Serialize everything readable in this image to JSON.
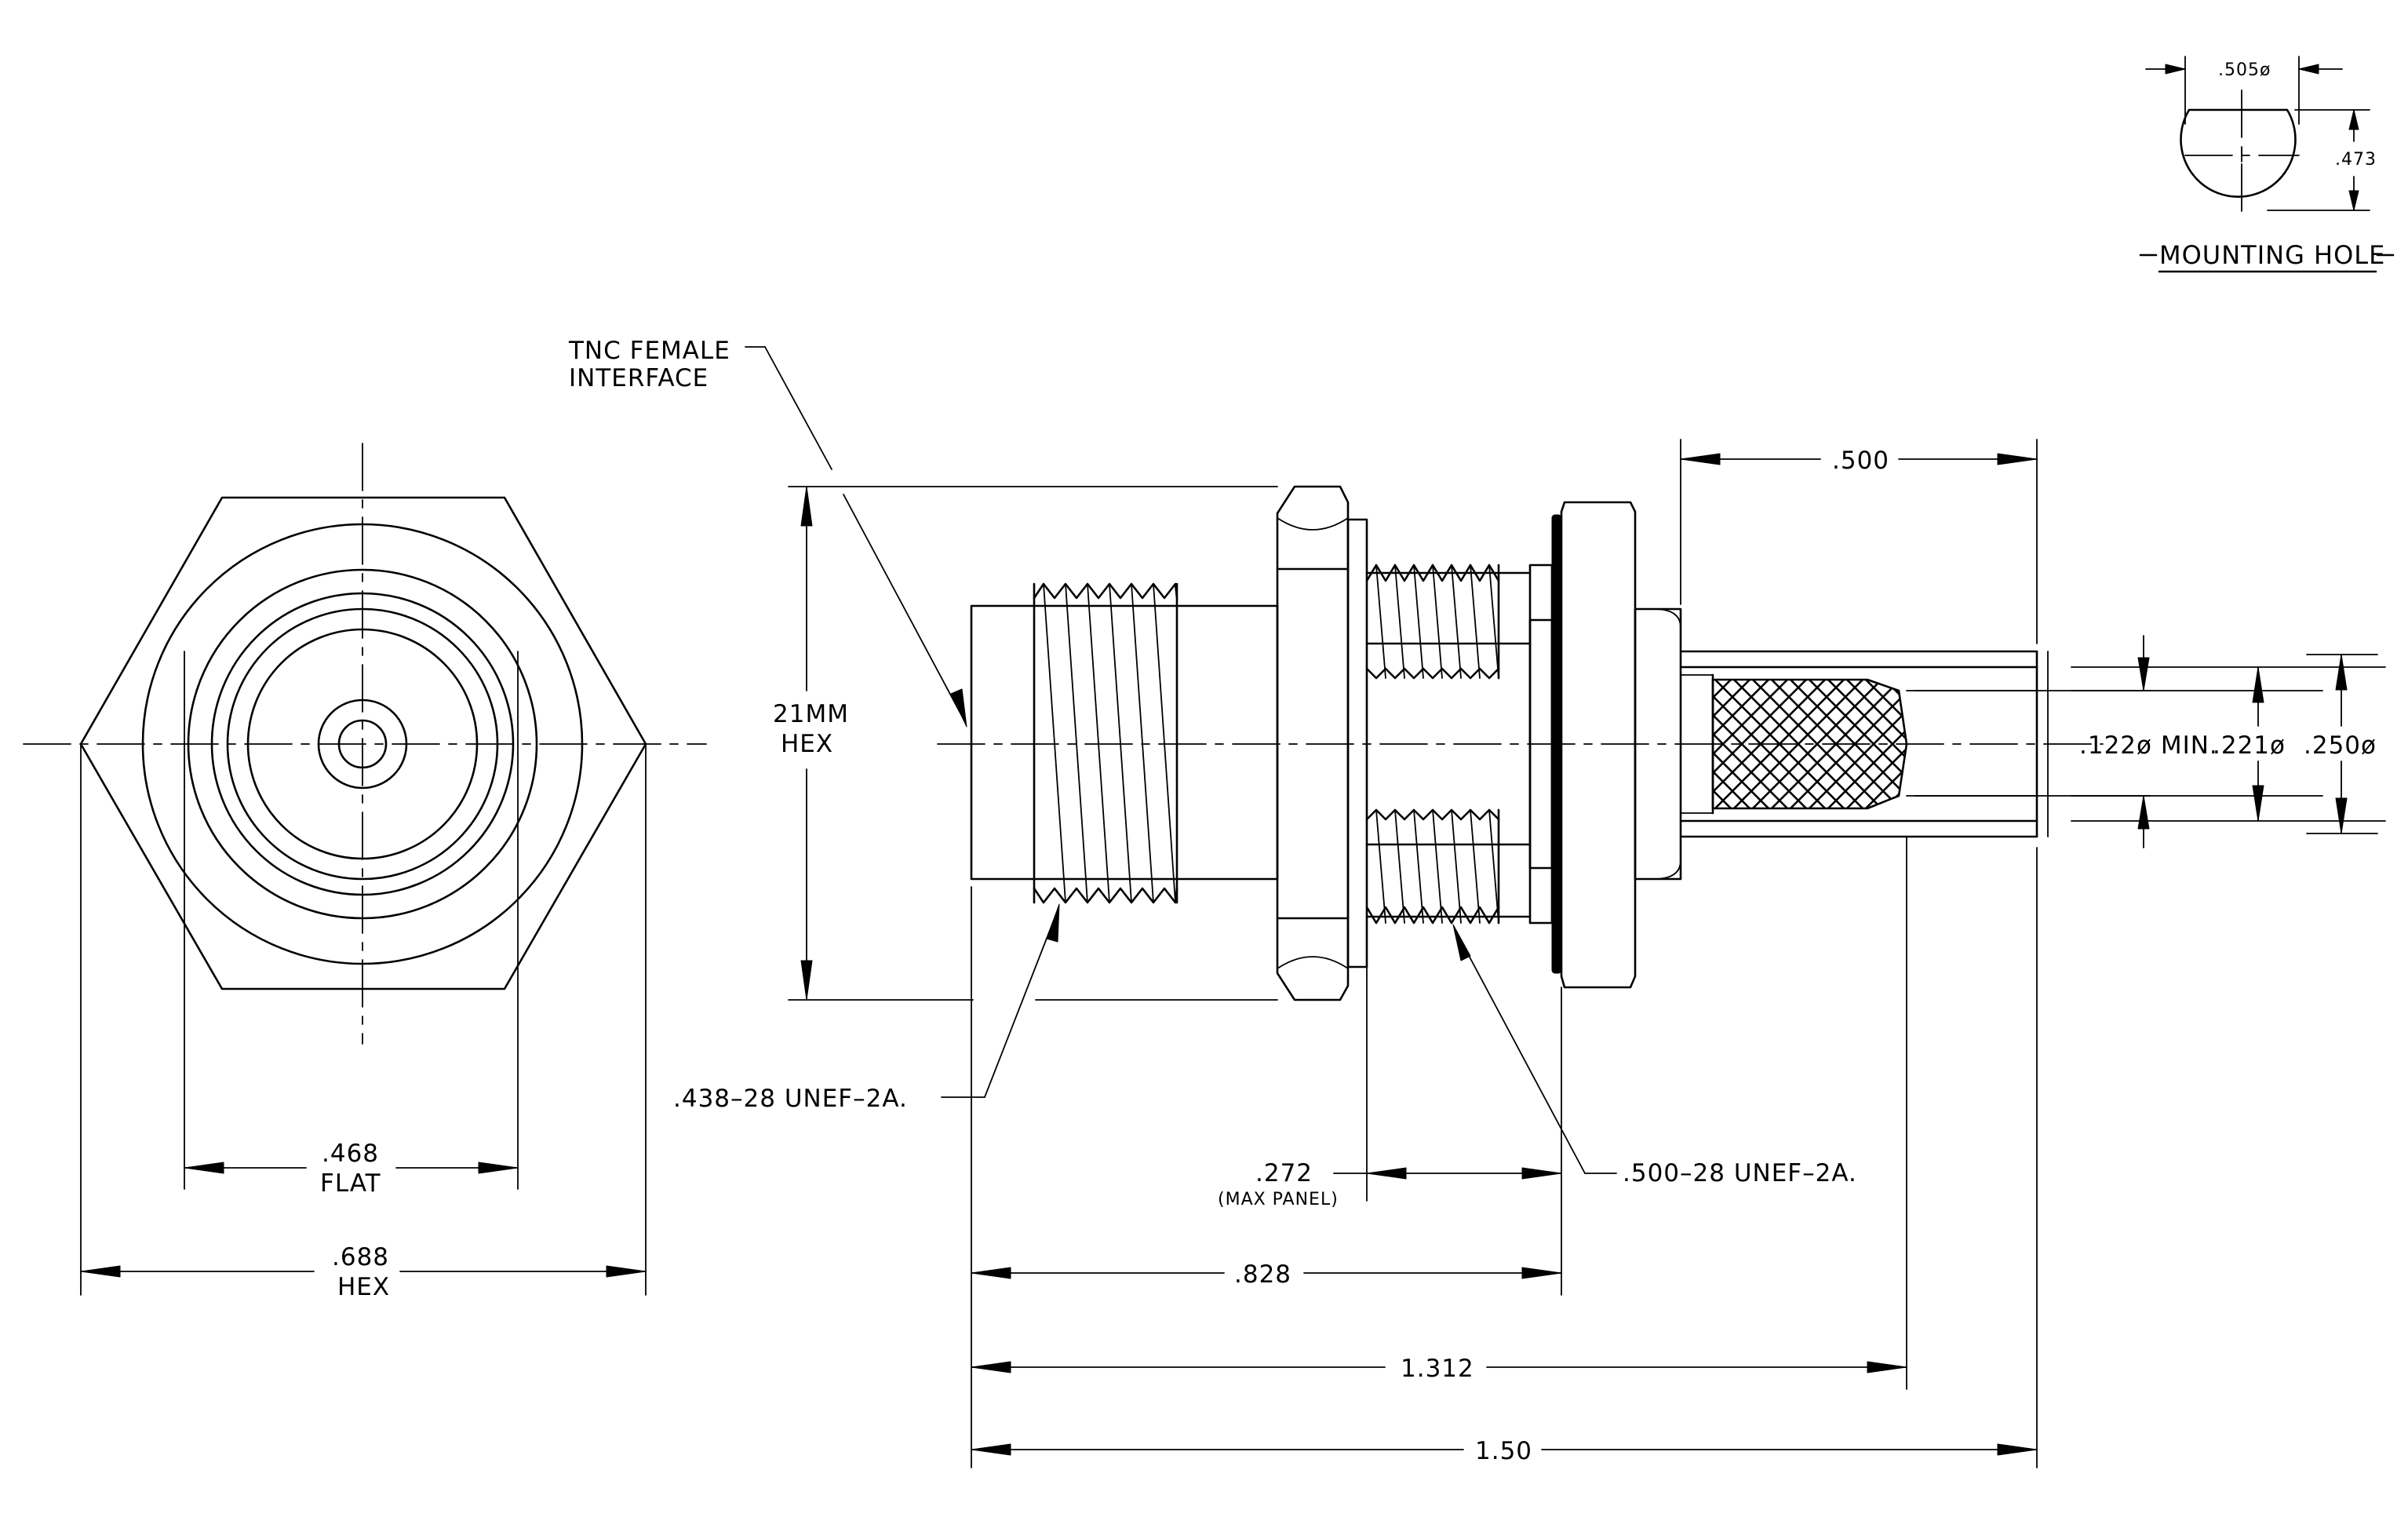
{
  "labels": {
    "mounting_hole_dia": ".505ø",
    "mounting_hole_flat": ".473",
    "mounting_hole_title": "MOUNTING HOLE",
    "tnc_line1": "TNC FEMALE",
    "tnc_line2": "INTERFACE",
    "hex21_line1": "21MM",
    "hex21_line2": "HEX",
    "dim_500": ".500",
    "dim_122": ".122ø MIN.",
    "dim_221": ".221ø",
    "dim_250": ".250ø",
    "thread_438": ".438–28 UNEF–2A.",
    "thread_500": ".500–28 UNEF–2A.",
    "dim_272": ".272",
    "dim_272_note": "(MAX PANEL)",
    "dim_468": ".468",
    "dim_468_note": "FLAT",
    "dim_688": ".688",
    "dim_688_note": "HEX",
    "dim_828": ".828",
    "dim_1312": "1.312",
    "dim_150": "1.50"
  }
}
